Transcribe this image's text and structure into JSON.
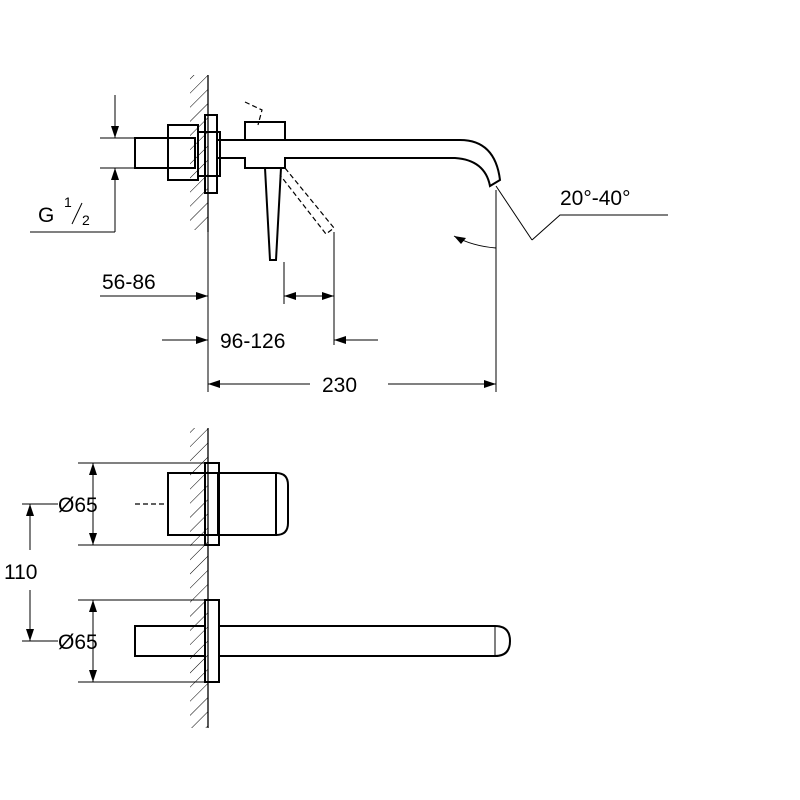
{
  "dimensions": {
    "thread_label": "G",
    "thread_num": "1",
    "thread_den": "2",
    "wall_depth": "56-86",
    "lever_offset": "96-126",
    "spout_length": "230",
    "swivel_angle": "20°-40°",
    "diameter_top": "Ø65",
    "diameter_bottom": "Ø65",
    "center_distance": "110"
  }
}
